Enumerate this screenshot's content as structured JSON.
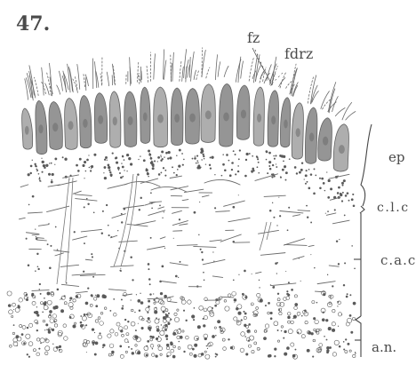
{
  "figure": {
    "number": "47.",
    "labels": {
      "fz": "fz",
      "fdrz": "fdrz",
      "ep": "ep",
      "layer2": "c.l.c",
      "layer3": "c.a.c",
      "layer4": "a.n."
    }
  },
  "colors": {
    "ink": "#4a4a4a",
    "cell_fill": "#8d8d8d",
    "cell_fill_light": "#a8a8a8",
    "background": "#ffffff"
  }
}
